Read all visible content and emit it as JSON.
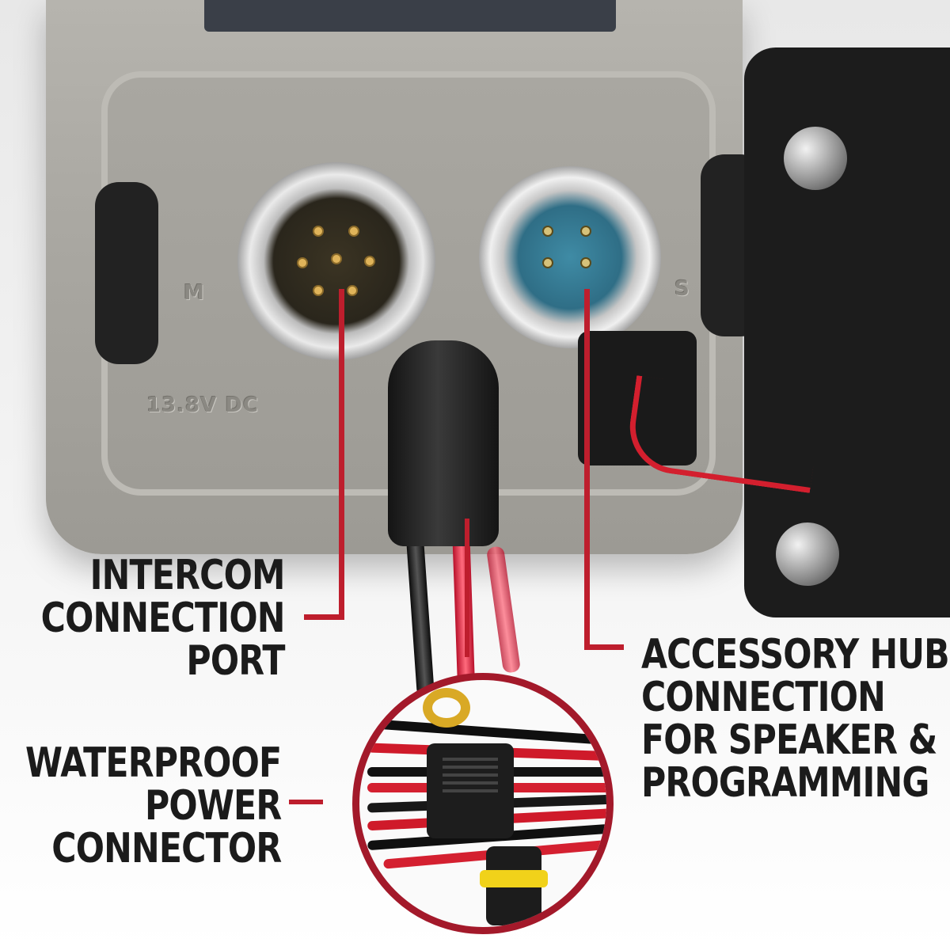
{
  "image": {
    "subject": "Mobile radio rear connector panel with annotated callouts",
    "background_color": "#f3f3f3",
    "accent_color": "#be1e2d",
    "inset_border_color": "#a3192a"
  },
  "embossed_text": {
    "voltage": "13.8V DC",
    "left_marking": "M",
    "right_marking": "S"
  },
  "callouts": [
    {
      "id": "intercom",
      "lines": [
        "INTERCOM",
        "CONNECTION",
        "PORT"
      ],
      "align": "right"
    },
    {
      "id": "accessory",
      "lines": [
        "ACCESSORY HUB",
        "CONNECTION",
        "FOR SPEAKER &",
        "PROGRAMMING"
      ],
      "align": "left"
    },
    {
      "id": "power",
      "lines": [
        "WATERPROOF",
        "POWER",
        "CONNECTOR"
      ],
      "align": "right"
    }
  ],
  "inset": {
    "description": "Close-up of power harness with inline fuse holder, ring terminals and waterproof connector"
  },
  "text_color": "#1b1b1b"
}
